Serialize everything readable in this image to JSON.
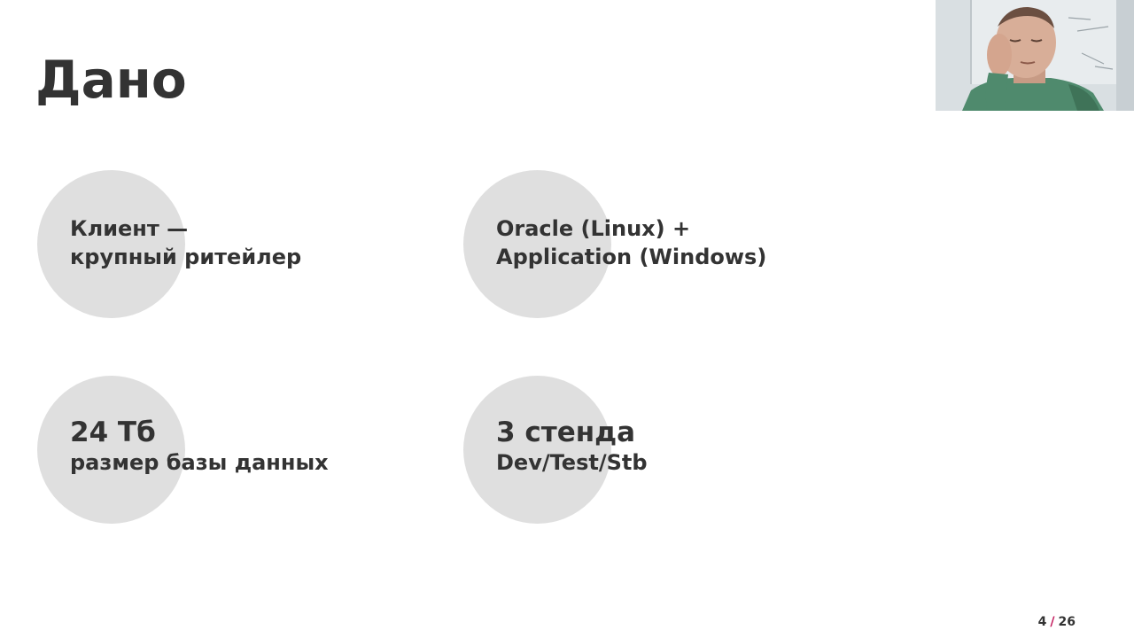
{
  "slide": {
    "title": "Дано",
    "cards": [
      {
        "lines": [
          "Клиент —",
          "крупный ритейлер"
        ]
      },
      {
        "lines": [
          "Oracle (Linux) +",
          "Application (Windows)"
        ]
      },
      {
        "lines": [
          "24 Тб",
          "размер базы данных"
        ]
      },
      {
        "lines": [
          "3 стенда",
          "Dev/Test/Stb"
        ]
      }
    ],
    "page": {
      "current": "4",
      "separator": "/",
      "total": "26"
    }
  },
  "colors": {
    "background": "#ffffff",
    "text": "#333333",
    "circle": "#dfdfdf",
    "accent": "#c2185b"
  },
  "webcam": {
    "icon": "presenter-video-feed"
  }
}
